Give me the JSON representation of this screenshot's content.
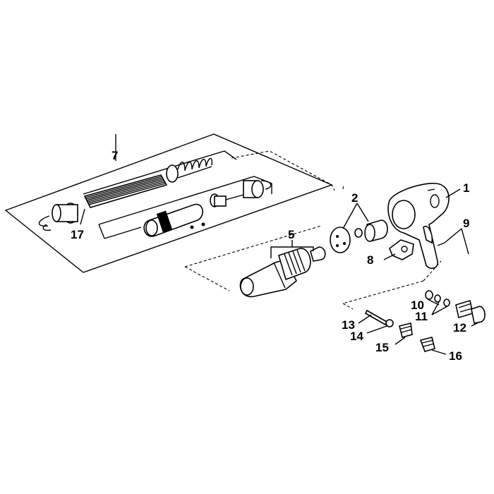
{
  "callouts": [
    {
      "id": "c1",
      "text": "1"
    },
    {
      "id": "c2",
      "text": "2"
    },
    {
      "id": "c5",
      "text": "5"
    },
    {
      "id": "c7",
      "text": "7"
    },
    {
      "id": "c8",
      "text": "8"
    },
    {
      "id": "c9",
      "text": "9"
    },
    {
      "id": "c10",
      "text": "10"
    },
    {
      "id": "c11",
      "text": "11"
    },
    {
      "id": "c12",
      "text": "12"
    },
    {
      "id": "c13",
      "text": "13"
    },
    {
      "id": "c14",
      "text": "14"
    },
    {
      "id": "c15",
      "text": "15"
    },
    {
      "id": "c16",
      "text": "16"
    },
    {
      "id": "c17",
      "text": "17"
    }
  ]
}
